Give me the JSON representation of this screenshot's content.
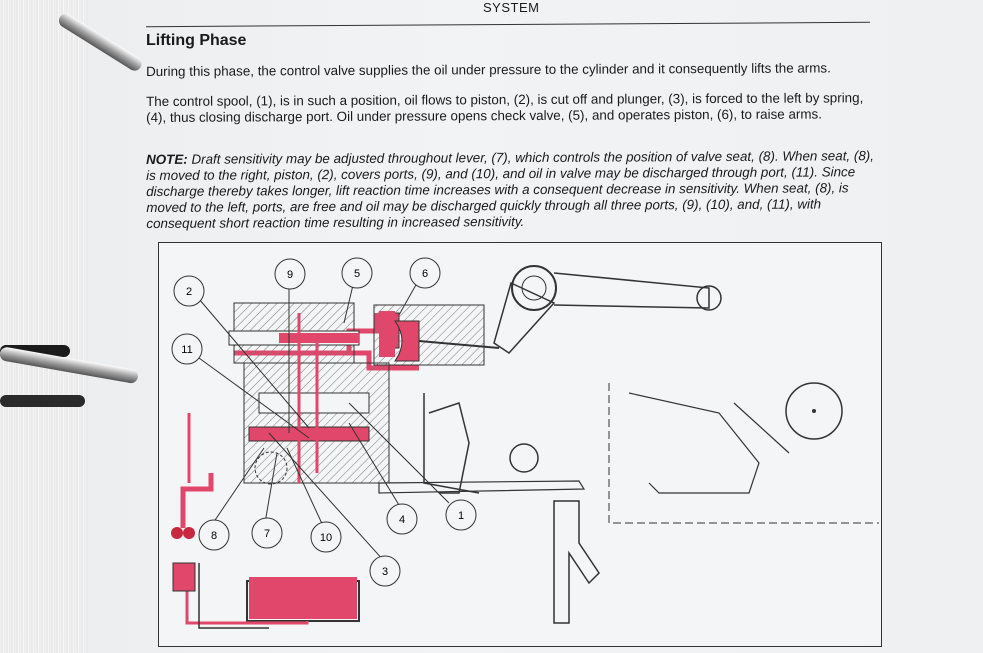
{
  "header": {
    "section": "SYSTEM"
  },
  "title": "Lifting Phase",
  "paragraphs": {
    "p1": "During this phase, the control valve supplies the oil under pressure to the cylinder and it consequently lifts the arms.",
    "p2": "The control spool, (1), is in such a position, oil flows to piston, (2), is cut off and plunger, (3), is forced to the left by spring, (4), thus closing discharge port. Oil under pressure opens check valve, (5), and operates piston, (6), to raise arms.",
    "p3_label": "NOTE:",
    "p3": "Draft sensitivity may be adjusted throughout lever, (7), which controls the position of valve seat, (8). When seat, (8), is moved to the right, piston, (2), covers ports, (9), and (10), and oil in valve may be discharged through port, (11). Since discharge thereby takes longer, lift reaction time increases with a consequent decrease in sensitivity. When seat, (8), is moved to the left, ports, are free and oil may be discharged quickly through all three ports, (9), (10), and, (11), with consequent short reaction time resulting in increased sensitivity."
  },
  "callouts": [
    "1",
    "2",
    "3",
    "4",
    "5",
    "6",
    "7",
    "8",
    "9",
    "10",
    "11"
  ],
  "colors": {
    "oil": "#e0476a",
    "oil_dark": "#c8283f",
    "line": "#333333"
  }
}
